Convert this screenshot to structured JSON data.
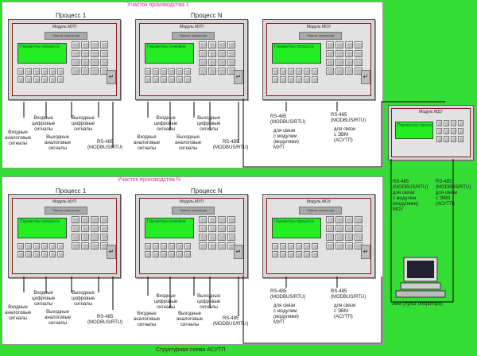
{
  "sections": [
    {
      "title": "Участок производства 1",
      "proc_left": "Процесс 1",
      "proc_right": "Процесс N",
      "labels": {
        "in_digital": "Входные\nцифровые\nсигналы",
        "out_analog": "Выходные\nаналоговые\nсигналы",
        "out_digital": "Выходные\nцифровые\nсигналы",
        "in_analog_left": "Входные\nаналоговые\nсигналы",
        "rs485_left": "RS-485\n(MODBUS/RTU)",
        "in_digital_n": "Входные\nцифровые\nсигналы",
        "out_digital_n": "Выходные\nцифровые\nсигналы",
        "in_analog_n": "Входные\nаналоговые\nсигналы",
        "out_analog_n": "Выходные\nаналоговые\nсигналы",
        "rs485_n": "RS-485\n(MODBUS/RTU)",
        "rs485_mup": "RS-485\n(MODBUS/RTU)",
        "link_mup": "для связи\nс модулем\n(модулями)\nМУП",
        "rs485_pc": "RS-485\n(MODBUS/RTU)",
        "link_pc": "для связи\nс ЭВМ\n(АСУТП)"
      }
    },
    {
      "title": "Участок производства N",
      "proc_left": "Процесс 1",
      "proc_right": "Процесс N",
      "labels": {
        "in_digital": "Входные\nцифровые\nсигналы",
        "out_analog": "Выходные\nаналоговые\nсигналы",
        "out_digital": "Выходные\nцифровые\nсигналы",
        "in_analog_left": "Входные\nаналоговые\nсигналы",
        "rs485_left": "RS-485\n(MODBUS/RTU)",
        "in_digital_n": "Входные\nцифровые\nсигналы",
        "out_digital_n": "Выходные\nцифровые\nсигналы",
        "in_analog_n": "Входные\nаналоговые\nсигналы",
        "out_analog_n": "Выходные\nаналоговые\nсигналы",
        "rs485_n": "RS-485\n(MODBUS/RTU)",
        "rs485_mup": "RS-485\n(MODBUS/RTU)",
        "link_mup": "для связи\nс модулем\n(модулями)\nМУП",
        "rs485_pc": "RS-485\n(MODBUS/RTU)",
        "link_pc": "для связи\nс ЭВМ\n(АСУТП)"
      }
    }
  ],
  "modules": {
    "mup_title": "Модуль МУП",
    "muo_title": "Модуль МОУ",
    "mdu_title": "Модуль МДУ",
    "strip_text": "Панель оператора",
    "lcd_process": "Параметры процесса",
    "lcd_modes": "Параметры режимов",
    "lcd_object": "Параметры процесса"
  },
  "right": {
    "rs485_muo": "RS-485\n(MODBUS/RTU)\nдля связи\nс модулем\n(модулями)\nМОУ",
    "rs485_pc": "RS-485\n(MODBUS/RTU)\nдля связи\nс ЭВМ\n(АСУТП)",
    "pc_label": "ЭВМ (пульт оператора)"
  },
  "footer": "Структурная схема АСУТП"
}
